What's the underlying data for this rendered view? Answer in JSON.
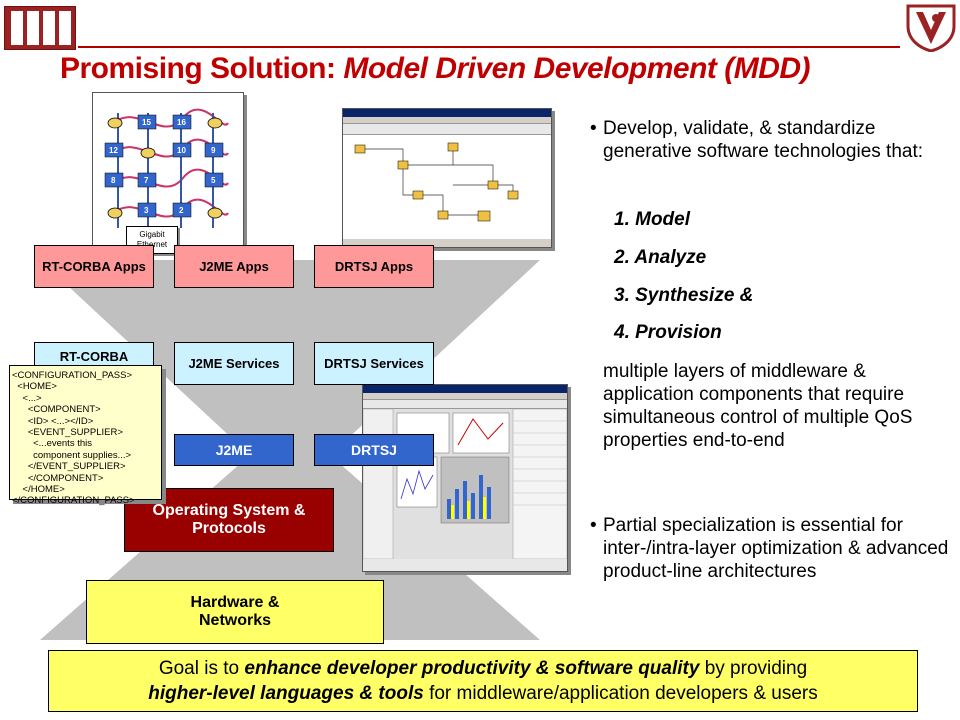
{
  "slide": {
    "title_prefix": "Promising Solution: ",
    "title_emphasis": "Model Driven Development (MDD)"
  },
  "diagram": {
    "apps": [
      "RT-CORBA Apps",
      "J2ME Apps",
      "DRTSJ Apps"
    ],
    "services": [
      "RT-CORBA Services",
      "J2ME Services",
      "DRTSJ Services"
    ],
    "middleware": [
      "J2ME",
      "DRTSJ"
    ],
    "os": "Operating System & Protocols",
    "hardware": "Hardware & Networks",
    "network_label": "Gigabit Ethernet",
    "grid_numbers": [
      "15",
      "16",
      "12",
      "10",
      "9",
      "8",
      "7",
      "5",
      "3",
      "2"
    ]
  },
  "config_xml": [
    "<CONFIGURATION_PASS>",
    "  <HOME>",
    "    <...>",
    "      <COMPONENT>",
    "      <ID> <...></ID>",
    "      <EVENT_SUPPLIER>",
    "        <...events this",
    "        component supplies...>",
    "      </EVENT_SUPPLIER>",
    "      </COMPONENT>",
    "    </HOME>",
    "</CONFIGURATION_PASS>"
  ],
  "bullets": {
    "intro": "Develop, validate, & standardize generative software technologies that:",
    "steps": [
      "1.  Model",
      "2.  Analyze",
      "3.  Synthesize &",
      "4.  Provision"
    ],
    "continuation": "multiple layers of middleware & application components that require simultaneous control of multiple QoS properties end-to-end",
    "partial": "Partial specialization is essential for inter-/intra-layer optimization & advanced product-line architectures"
  },
  "goal": {
    "t1": "Goal is to ",
    "e1": "enhance developer productivity & software quality",
    "t2": " by providing ",
    "e2": "higher-level languages & tools",
    "t3": " for middleware/application  developers & users"
  },
  "colors": {
    "title": "#c00000",
    "apps": "#ff9999",
    "services": "#ccf2ff",
    "middleware": "#3366cc",
    "os": "#990000",
    "hardware": "#ffff66",
    "funnel": "#c0c0c0"
  }
}
